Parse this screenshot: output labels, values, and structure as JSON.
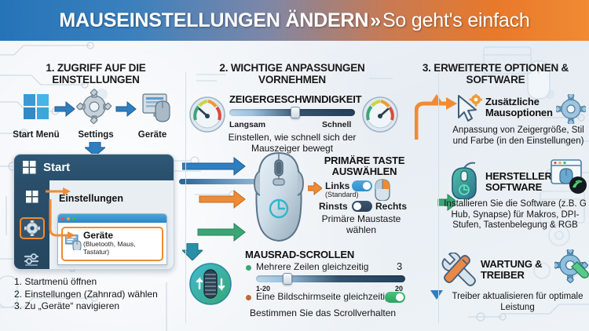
{
  "header": {
    "title_strong": "MAUSEINSTELLUNGEN ÄNDERN",
    "separator": "»",
    "title_light": "So geht's einfach",
    "gradient_start": "#2574b8",
    "gradient_end": "#e8792a"
  },
  "columns": {
    "one": {
      "title": "1. ZUGRIFF AUF DIE EINSTELLUNGEN",
      "icon_steps": [
        {
          "label": "Start Menü",
          "icon": "windows-logo-icon"
        },
        {
          "label": "Settings",
          "icon": "gear-icon"
        },
        {
          "label": "Geräte",
          "icon": "monitor-mouse-icon"
        }
      ],
      "panel": {
        "header_label": "Start",
        "settings_label": "Einstellungen",
        "device_title": "Geräte",
        "device_subtitle": "(Bluetooth, Maus, Tastatur)",
        "rail_icons": [
          "windows-logo-icon",
          "gear-icon",
          "tools-icon"
        ],
        "highlight_color": "#ef8b34"
      },
      "steps": [
        "1. Startmenü öffnen",
        "2. Einstellungen (Zahnrad) wählen",
        "3. Zu „Geräte“ navigieren"
      ]
    },
    "two": {
      "title": "2. WICHTIGE ANPASSUNGEN VORNEHMEN",
      "pointer_speed": {
        "title": "ZEIGERGESCHWINDIGKEIT",
        "min_label": "Langsam",
        "max_label": "Schnell",
        "description": "Einstellen, wie schnell sich der Mauszeiger bewegt",
        "slider_position_pct": 52
      },
      "primary_button": {
        "title": "PRIMÄRE TASTE AUSWÄHLEN",
        "option_left_label": "Links",
        "option_left_sub": "(Standard)",
        "option_left_state": "on",
        "option_right_prefix": "Rinsts",
        "option_right_label": "Rechts",
        "option_right_state": "off",
        "description": "Primäre Maustaste wählen"
      },
      "scroll": {
        "title": "MAUSRAD-SCROLLEN",
        "option_lines": "Mehrere Zeilen gleichzeitig",
        "value": "3",
        "range_min": "1-20",
        "range_max": "20",
        "option_page": "Eine Bildschirmseite gleichzeitig",
        "option_page_state": "on",
        "description": "Bestimmen Sie das Scrollverhalten",
        "slider_position_pct": 20
      }
    },
    "three": {
      "title": "3. ERWEITERTE OPTIONEN & SOFTWARE",
      "items": [
        {
          "title": "Zusätzliche Mausoptionen",
          "description": "Anpassung von Zeigergröße, Stil und Farbe (in den Einstellungen)",
          "left_icon": "cursor-gear-icon",
          "right_icon": "gear-icon",
          "connector_color": "#e8792a"
        },
        {
          "title": "HERSTELLER-SOFTWARE",
          "description": "Installieren Sie die Software (z.B. G Hub, Synapse) für Makros, DPI-Stufen, Tastenbelegung & RGB",
          "left_icon": "gaming-mouse-icon",
          "right_icon": "software-window-icon",
          "connector_color": "#3aa675"
        },
        {
          "title": "WARTUNG & TREIBER",
          "description": "Treiber aktualisieren für optimale Leistung",
          "left_icon": "wrench-screwdriver-icon",
          "right_icon": "gear-wrench-icon",
          "connector_color": "#2f7fc0"
        }
      ]
    }
  }
}
